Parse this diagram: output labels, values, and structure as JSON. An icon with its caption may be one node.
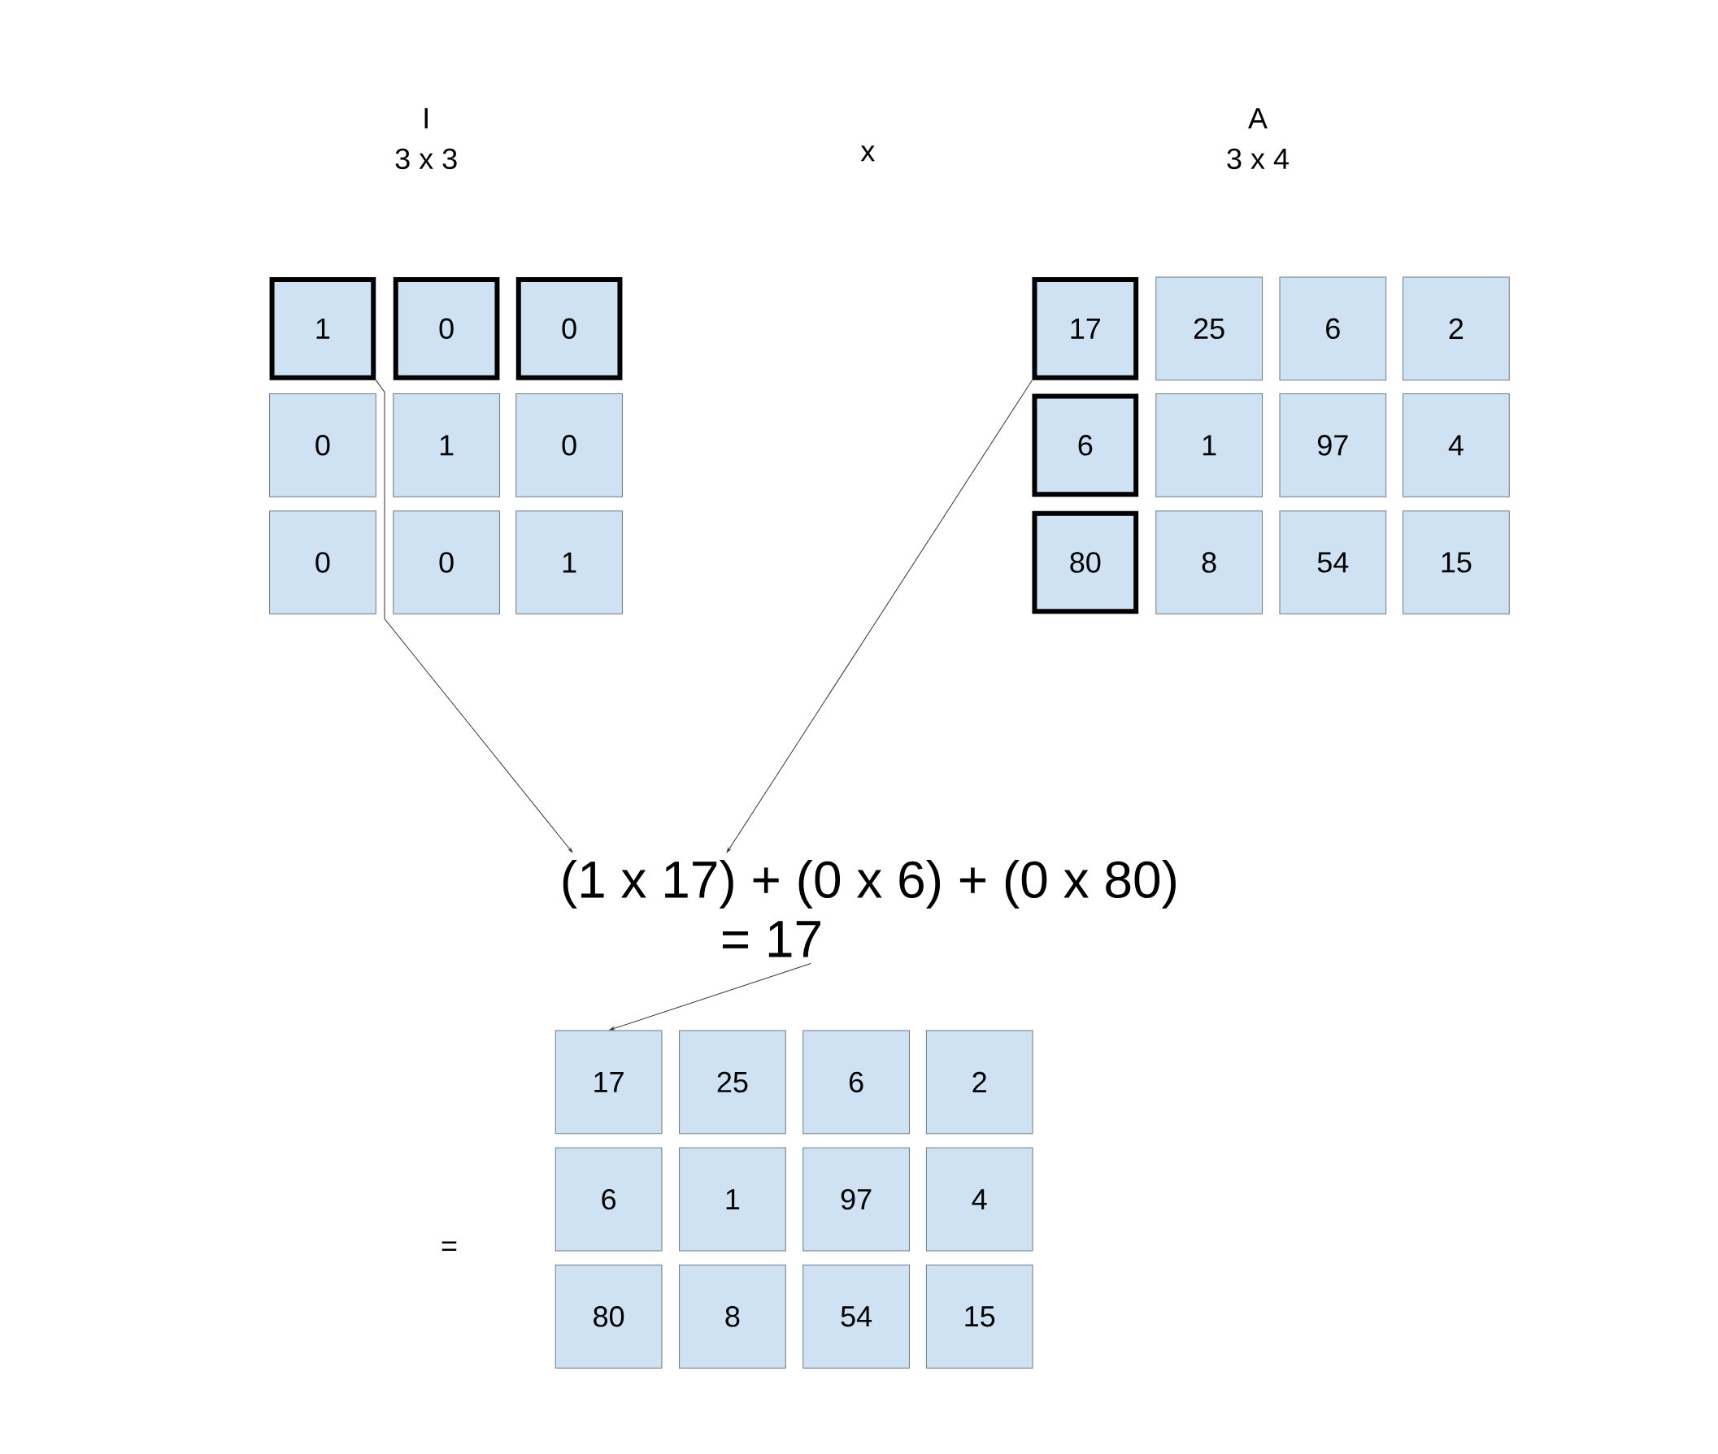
{
  "diagram": {
    "nodes": [
      {
        "text": [
          "1"
        ]
      },
      {
        "text": [
          "0"
        ]
      },
      {
        "text": [
          "0"
        ]
      },
      {
        "text": [
          "0"
        ]
      },
      {
        "text": [
          "1"
        ]
      },
      {
        "text": [
          "0"
        ]
      },
      {
        "text": [
          "0"
        ]
      },
      {
        "text": [
          "0"
        ]
      },
      {
        "text": [
          "1"
        ]
      },
      {
        "text": [
          "17"
        ]
      },
      {
        "text": [
          "25"
        ]
      },
      {
        "text": [
          "6"
        ]
      },
      {
        "text": [
          "2"
        ]
      },
      {
        "text": [
          "6"
        ]
      },
      {
        "text": [
          "1"
        ]
      },
      {
        "text": [
          "97"
        ]
      },
      {
        "text": [
          "4"
        ]
      },
      {
        "text": [
          "80"
        ]
      },
      {
        "text": [
          "8"
        ]
      },
      {
        "text": [
          "54"
        ]
      },
      {
        "text": [
          "15"
        ]
      },
      {
        "text": [
          "(1 x 17) + (0 x 6) + (0 x 80)",
          "= 17"
        ]
      },
      {
        "text": [
          "17"
        ]
      },
      {
        "text": [
          "25"
        ]
      },
      {
        "text": [
          "6"
        ]
      },
      {
        "text": [
          "2"
        ]
      },
      {
        "text": [
          "6"
        ]
      },
      {
        "text": [
          "1"
        ]
      },
      {
        "text": [
          "97"
        ]
      },
      {
        "text": [
          "4"
        ]
      },
      {
        "text": [
          "80"
        ]
      },
      {
        "text": [
          "8"
        ]
      },
      {
        "text": [
          "54"
        ]
      },
      {
        "text": [
          "15"
        ]
      }
    ],
    "edges": [
      {
        "from": 0,
        "to": 21,
        "arrow": "to"
      },
      {
        "from": 9,
        "to": 21,
        "arrow": "to"
      },
      {
        "from": 21,
        "to": 22,
        "arrow": "to"
      }
    ],
    "labels": [
      "I",
      "3 x 3",
      "x",
      "A",
      "3 x 4",
      "="
    ]
  }
}
